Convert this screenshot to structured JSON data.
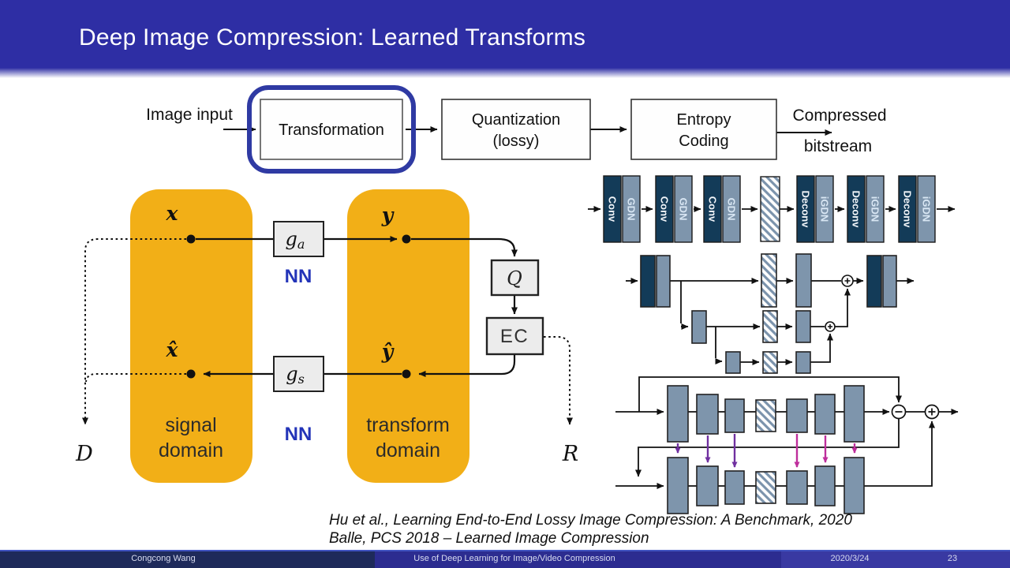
{
  "slide": {
    "title": "Deep Image Compression: Learned Transforms"
  },
  "pipeline": {
    "input_label": "Image input",
    "transformation": "Transformation",
    "quantization_line1": "Quantization",
    "quantization_line2": "(lossy)",
    "entropy_line1": "Entropy",
    "entropy_line2": "Coding",
    "output_line1": "Compressed",
    "output_line2": "bitstream"
  },
  "codec_diagram": {
    "x": "x",
    "y": "y",
    "x_hat": "x̂",
    "y_hat": "ŷ",
    "ga_base": "g",
    "ga_sub": "a",
    "gs_base": "g",
    "gs_sub": "s",
    "nn_encoder": "NN",
    "nn_decoder": "NN",
    "quantizer": "Q",
    "entropy_coder": "EC",
    "signal_line1": "signal",
    "signal_line2": "domain",
    "transform_line1": "transform",
    "transform_line2": "domain",
    "distortion": "D",
    "rate": "R"
  },
  "autoencoder_strip": {
    "labels": [
      "Conv",
      "GDN",
      "Conv",
      "GDN",
      "Conv",
      "GDN",
      "Deconv",
      "iGDN",
      "Deconv",
      "iGDN",
      "Deconv",
      "iGDN"
    ]
  },
  "citation": {
    "line1": "Hu et al., Learning End-to-End Lossy Image Compression: A Benchmark, 2020",
    "line2": "Balle, PCS 2018 – Learned Image Compression"
  },
  "footer": {
    "author": "Congcong Wang",
    "presentation_title": "Use of Deep Learning for Image/Video Compression",
    "date": "2020/3/24",
    "page_number": "23"
  },
  "colors": {
    "header_bg": "#2E2EA4",
    "highlight_ring": "#2F3AA3",
    "domain_box_yellow": "#F2AF17",
    "conv_block_dark": "#133B58",
    "gdn_block_light": "#7E95AC",
    "nn_label_blue": "#2334B8",
    "skip_arrow_purple": "#7030A0",
    "skip_arrow_magenta": "#BE2E9C"
  }
}
